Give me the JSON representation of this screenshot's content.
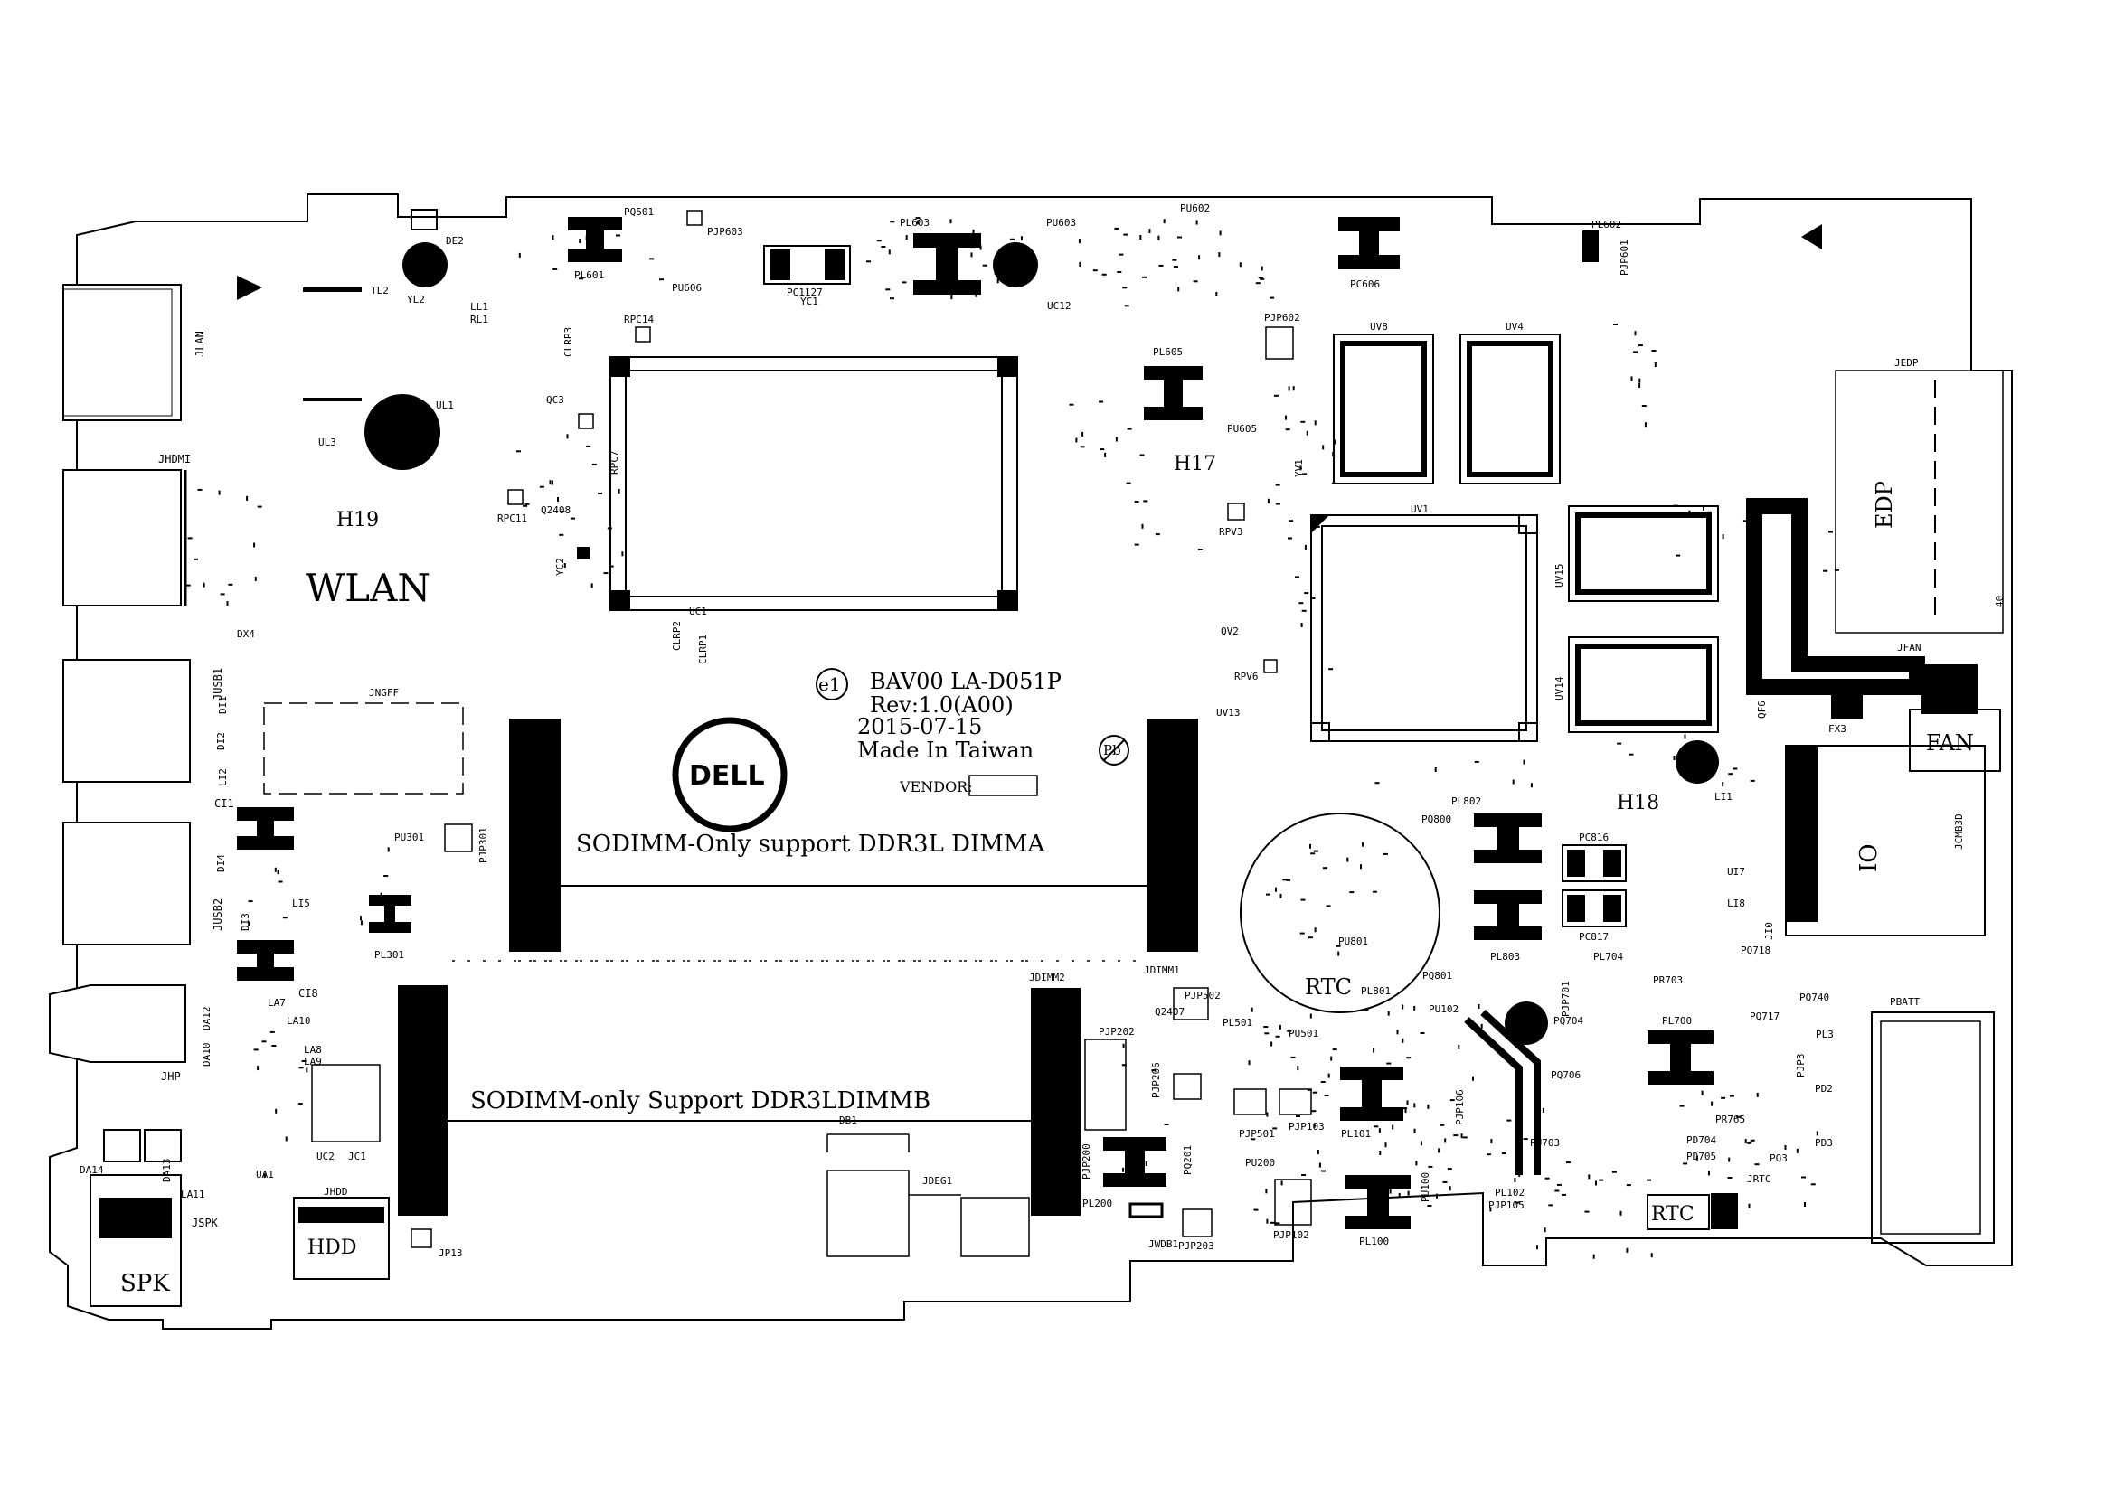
{
  "board": {
    "title": "BAV00 LA-D051P",
    "rev": "Rev:1.0(A00)",
    "date": "2015-07-15",
    "made_in": "Made In Taiwan",
    "vendor": "VENDOR:",
    "logo_text": "DELL",
    "env_mark": "e1",
    "pb_mark": "Pb"
  },
  "silkscreen": {
    "wlan": "WLAN",
    "sodimm_a": "SODIMM-Only support DDR3L DIMMA",
    "sodimm_b": "SODIMM-only Support DDR3LDIMMB",
    "rtc_circle": "RTC",
    "rtc_box": "RTC",
    "edp": "EDP",
    "fan": "FAN",
    "io": "IO",
    "hdd": "HDD",
    "spk": "SPK",
    "h19": "H19",
    "h17": "H17",
    "h18": "H18"
  },
  "refdes": {
    "jlan": "JLAN",
    "jhdmi": "JHDMI",
    "jusb1": "JUSB1",
    "jusb2": "JUSB2",
    "jhp": "JHP",
    "jspk": "JSPK",
    "jhdd": "JHDD",
    "jc1": "JC1",
    "uc2": "UC2",
    "jp13": "JP13",
    "jngff": "JNGFF",
    "pu301": "PU301",
    "pjp301": "PJP301",
    "pl301": "PL301",
    "ci1": "CI1",
    "ci8": "CI8",
    "li5": "LI5",
    "la7": "LA7",
    "la10": "LA10",
    "la8": "LA8",
    "la9": "LA9",
    "da12": "DA12",
    "da10": "DA10",
    "da14": "DA14",
    "da13": "DA13",
    "la11": "LA11",
    "ua1": "UA1",
    "dx4": "DX4",
    "di1": "DI1",
    "di2": "DI2",
    "di4": "DI4",
    "di3": "DI3",
    "li2": "LI2",
    "tl2": "TL2",
    "ul3": "UL3",
    "yl2": "YL2",
    "ll1": "LL1",
    "rl1": "RL1",
    "ul1": "UL1",
    "de2": "DE2",
    "pl601": "PL601",
    "pq501": "PQ501",
    "pjp603": "PJP603",
    "pu606": "PU606",
    "pc1127": "PC1127",
    "yc1": "YC1",
    "pl603": "PL603",
    "pu603": "PU603",
    "uc12": "UC12",
    "pu602": "PU602",
    "pl605": "PL605",
    "pu605": "PU605",
    "pjp602": "PJP602",
    "uv8": "UV8",
    "uv4": "UV4",
    "pl602": "PL602",
    "pjp601": "PJP601",
    "pc606": "PC606",
    "jedp": "JEDP",
    "edp_pin40": "40",
    "clrp3": "CLRP3",
    "rpc14": "RPC14",
    "qc3": "QC3",
    "rpc7": "RPC7",
    "rpc11": "RPC11",
    "q2408": "Q2408",
    "yc2": "YC2",
    "uc1": "UC1",
    "clrp2": "CLRP2",
    "clrp1": "CLRP1",
    "yv1": "YV1",
    "uv1": "UV1",
    "rpv3": "RPV3",
    "qv2": "QV2",
    "rpv6": "RPV6",
    "uv13": "UV13",
    "uv15": "UV15",
    "uv14": "UV14",
    "jfan": "JFAN",
    "qf6": "QF6",
    "fx3": "FX3",
    "li1": "LI1",
    "jcmb3d": "JCMB3D",
    "ui7": "UI7",
    "li8": "LI8",
    "ji0": "JI0",
    "pq718": "PQ718",
    "pq740": "PQ740",
    "pbatt": "PBATT",
    "pq800": "PQ800",
    "pl802": "PL802",
    "pc816": "PC816",
    "pc817": "PC817",
    "pq801": "PQ801",
    "pl803": "PL803",
    "pu801": "PU801",
    "pl801": "PL801",
    "pl704": "PL704",
    "pr703": "PR703",
    "pl700": "PL700",
    "pq717": "PQ717",
    "pl3": "PL3",
    "pjp3": "PJP3",
    "pd2": "PD2",
    "pd3": "PD3",
    "pr765": "PR765",
    "pq3": "PQ3",
    "jrtc": "JRTC",
    "pd704": "PD704",
    "pd705": "PD705",
    "pjp701": "PJP701",
    "pq704": "PQ704",
    "pq706": "PQ706",
    "pu703": "PU703",
    "pl102": "PL102",
    "pjp105": "PJP105",
    "pu100": "PU100",
    "pl100": "PL100",
    "pl101": "PL101",
    "pjp103": "PJP103",
    "pjp106": "PJP106",
    "pu102": "PU102",
    "pl102b": "PL102",
    "pu501": "PU501",
    "pl501": "PL501",
    "pjp502": "PJP502",
    "q2407": "Q2407",
    "jdimm1": "JDIMM1",
    "jdimm2": "JDIMM2",
    "pjp202": "PJP202",
    "pjp206": "PJP206",
    "pjp200": "PJP200",
    "pq201": "PQ201",
    "pjp501": "PJP501",
    "pu200": "PU200",
    "pjp102": "PJP102",
    "pl200": "PL200",
    "jwdb1": "JWDB1",
    "pjp203": "PJP203",
    "db1": "DB1",
    "jdebg1": "JDEG1"
  }
}
